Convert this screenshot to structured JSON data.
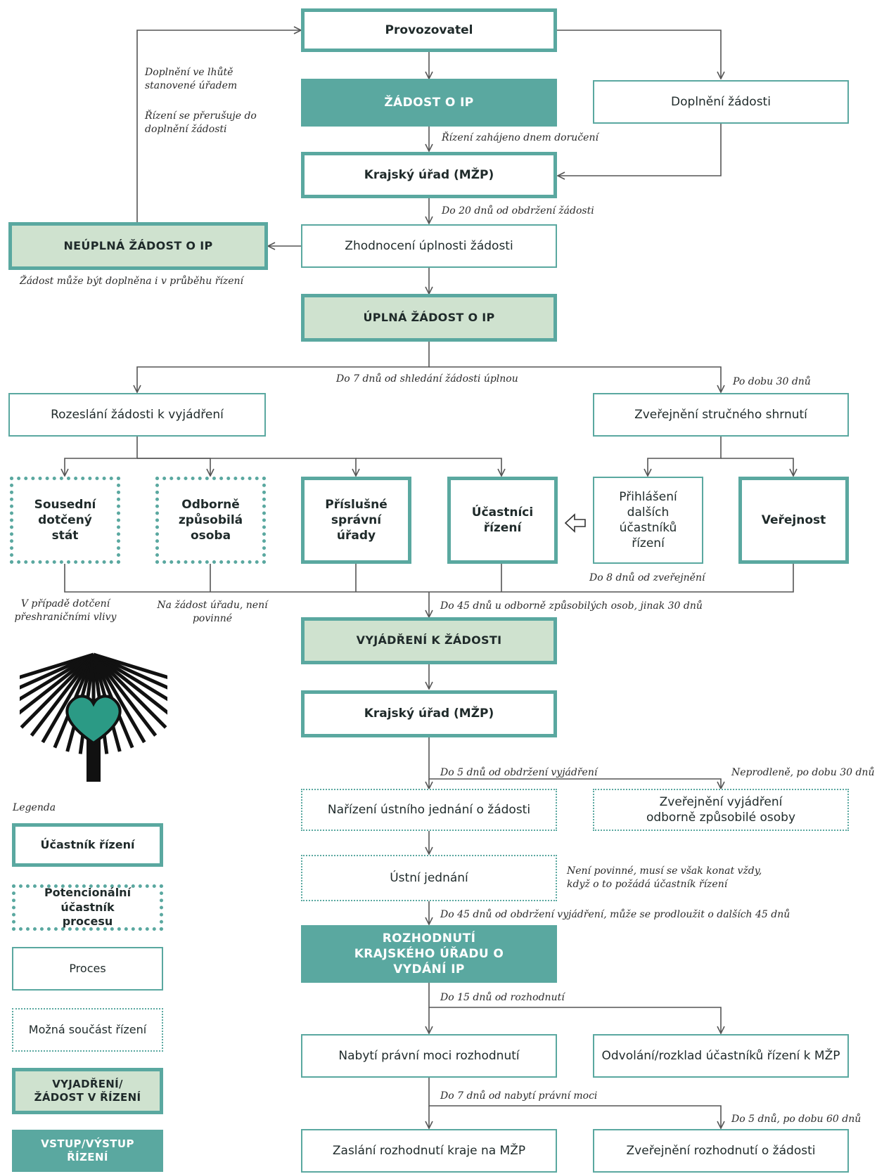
{
  "boxes": {
    "provozovatel": "Provozovatel",
    "zadost_oip": "ŽÁDOST O IP",
    "doplneni_zadosti": "Doplnění žádosti",
    "krajsky_urad_1": "Krajský úřad (MŽP)",
    "neuplna_zadost": "NEÚPLNÁ ŽÁDOST O IP",
    "zhodnoceni": "Zhodnocení úplnosti žádosti",
    "uplna_zadost": "ÚPLNÁ ŽÁDOST O IP",
    "rozeslani": "Rozeslání žádosti k vyjádření",
    "zverejneni_shrnuti": "Zveřejnění stručného shrnutí",
    "sousedni_stat": "Sousední dotčený stát",
    "odborne_osoba": "Odborně způsobilá osoba",
    "prislusne_urady": "Příslušné správní úřady",
    "ucastnici_rizeni": "Účastníci řízení",
    "prihlaseni": "Přihlášení dalších účastníků řízení",
    "verejnost": "Veřejnost",
    "vyjadreni_k_zadosti": "VYJÁDŘENÍ K ŽÁDOSTI",
    "krajsky_urad_2": "Krajský úřad (MŽP)",
    "narizeni_jednani": "Nařízení ústního jednání o žádosti",
    "zverejneni_vyjadreni": "Zveřejnění vyjádření odborně způsobilé osoby",
    "ustni_jednani": "Ústní jednání",
    "rozhodnuti": "ROZHODNUTÍ KRAJSKÉHO ÚŘADU O VYDÁNÍ IP",
    "nabyti_moci": "Nabytí právní moci rozhodnutí",
    "odvolani": "Odvolání/rozklad účastníků řízení k MŽP",
    "zaslani": "Zaslání rozhodnutí kraje na MŽP",
    "zverejneni_rozhodnuti": "Zveřejnění rozhodnutí o žádosti"
  },
  "notes": {
    "doplneni_lhute": "Doplnění ve lhůtě stanovené úřadem",
    "rizeni_prerusuje": "Řízení se přerušuje do doplnění žádosti",
    "rizeni_zahajeno": "Řízení zahájeno dnem doručení",
    "do_20_dnu": "Do 20 dnů od obdržení žádosti",
    "zadost_doplnena": "Žádost může být doplněna i v průběhu řízení",
    "do_7_dnu": "Do 7 dnů od shledání žádosti úplnou",
    "po_dobu_30": "Po dobu 30 dnů",
    "do_8_dnu": "Do 8 dnů od zveřejnění",
    "v_pripade": "V případě dotčení přeshraničními vlivy",
    "na_zadost": "Na žádost úřadu, není povinné",
    "do_45_dnu_odb": "Do 45 dnů u odborně způsobilých osob, jinak 30 dnů",
    "do_5_dnu_vyj": "Do 5 dnů od obdržení vyjádření",
    "neprodlene": "Neprodleně, po dobu 30 dnů",
    "neni_povinne": "Není povinné, musí se však konat vždy, když o to požádá účastník řízení",
    "do_45_dnu_vyj": "Do 45 dnů od obdržení vyjádření, může se prodloužit o dalších 45 dnů",
    "do_15_dnu": "Do 15 dnů od rozhodnutí",
    "do_7_dnu_moc": "Do 7 dnů od nabytí právní moci",
    "do_5_dnu_60": "Do 5 dnů, po dobu 60 dnů"
  },
  "legend": {
    "title": "Legenda",
    "ucastnik": "Účastník řízení",
    "potencionalni": "Potencionální účastník procesu",
    "proces": "Proces",
    "mozna_soucast": "Možná součást řízení",
    "vyjadreni": "VYJADŘENÍ/ ŽÁDOST V ŘÍZENÍ",
    "vstup_vystup": "VSTUP/VÝSTUP ŘÍZENÍ"
  },
  "icons": {
    "logo": "tree-heart-logo-icon",
    "open_arrow": "hollow-arrow-left-icon"
  },
  "colors": {
    "teal": "#5aa8a0",
    "light_green": "#cfe2cf",
    "line": "#555555"
  }
}
